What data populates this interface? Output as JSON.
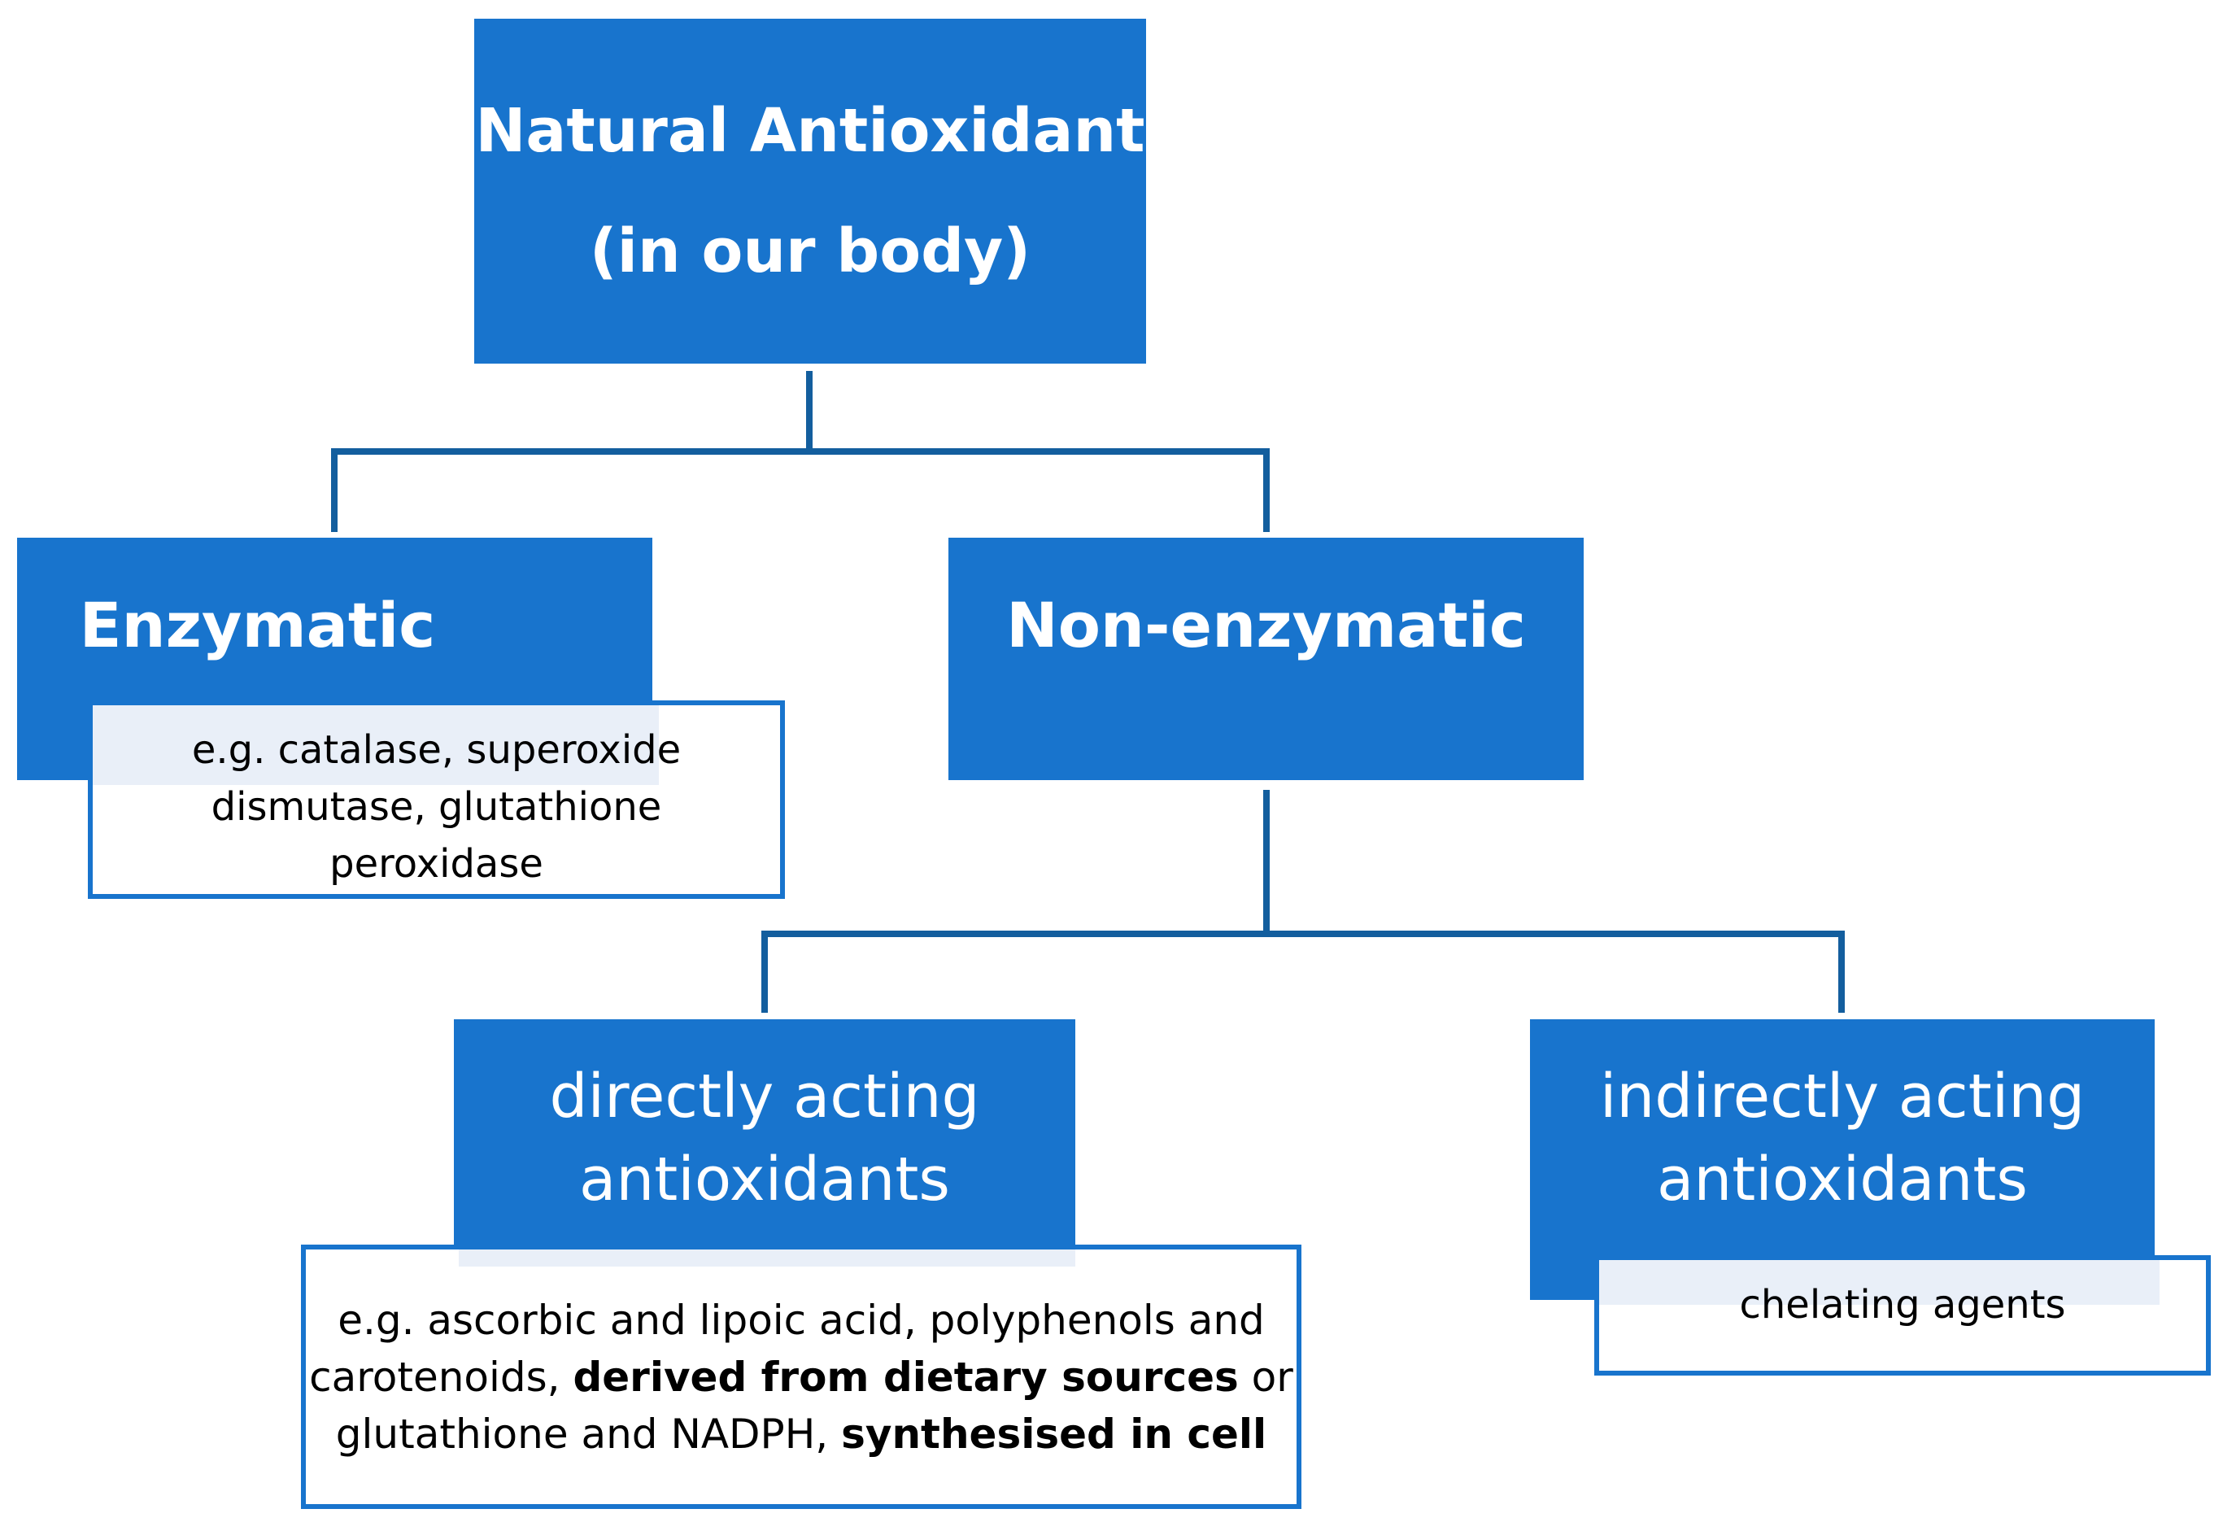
{
  "colors": {
    "box_fill": "#1874CD",
    "box_text": "#ffffff",
    "connector": "#135E9E",
    "detail_border": "#1874CD",
    "detail_tint": "#E9EFF8"
  },
  "root": {
    "line1": "Natural Antioxidant",
    "line2": "(in our body)"
  },
  "enzymatic": {
    "label": "Enzymatic",
    "example_line1": "e.g. catalase, superoxide",
    "example_line2": "dismutase, glutathione",
    "example_line3": "peroxidase"
  },
  "non_enzymatic": {
    "label": "Non-enzymatic"
  },
  "directly_acting": {
    "line1": "directly acting",
    "line2": "antioxidants",
    "example": {
      "line1": "e.g. ascorbic and lipoic acid, polyphenols and",
      "line2_prefix": "carotenoids, ",
      "line2_bold": "derived from dietary sources",
      "line2_suffix": " or",
      "line3_prefix": "glutathione and NADPH, ",
      "line3_bold": "synthesised in cell"
    }
  },
  "indirectly_acting": {
    "line1": "indirectly acting",
    "line2": "antioxidants",
    "example": "chelating agents"
  }
}
